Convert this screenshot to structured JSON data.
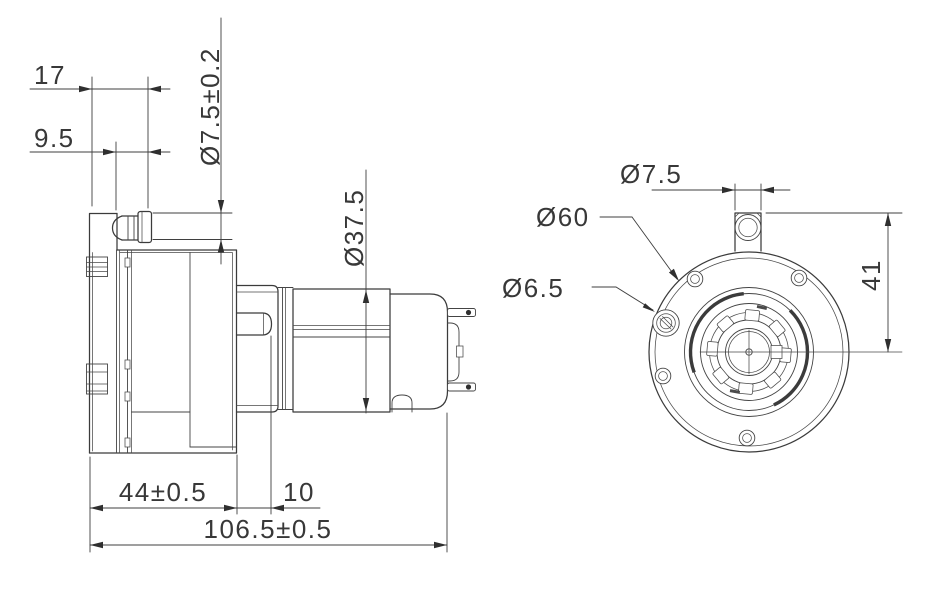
{
  "drawing": {
    "type": "mechanical engineering drawing, diaphragm pump with DC motor",
    "colors": {
      "background": "#ffffff",
      "line": "#3b3b3b",
      "text": "#383838"
    },
    "side_view": {
      "name": "pump-motor-side-view",
      "dimensions": {
        "port_offset": "17",
        "barb_length": "9.5",
        "barb_od": "Ø7.5±0.2",
        "motor_od": "Ø37.5",
        "head_length": "44±0.5",
        "mid_section_length": "10",
        "overall_length": "106.5±0.5"
      }
    },
    "front_view": {
      "name": "pump-front-view",
      "dimensions": {
        "tab_hole_dia": "Ø7.5",
        "flange_dia": "Ø60",
        "mount_hole_dia": "Ø6.5",
        "tab_hole_height": "41"
      }
    }
  }
}
